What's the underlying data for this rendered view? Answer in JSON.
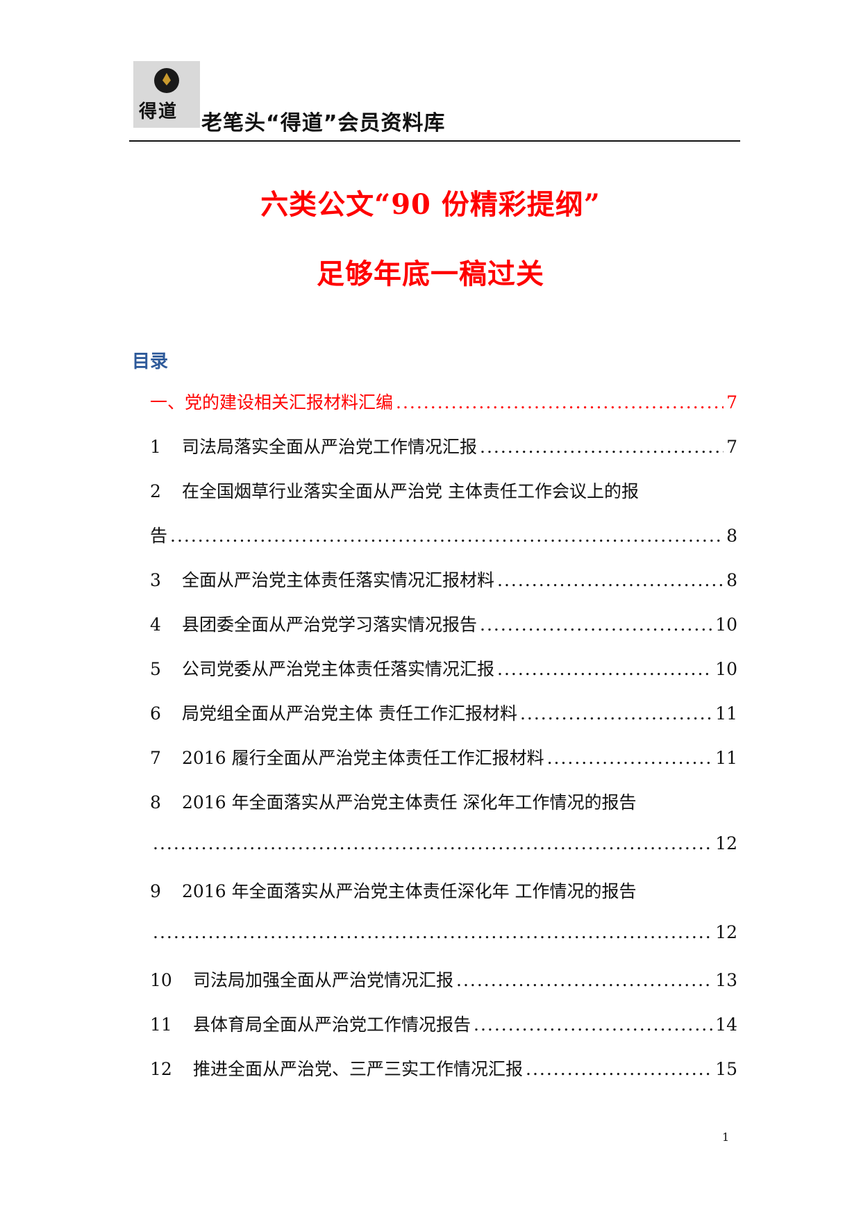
{
  "header": {
    "logo_text": "得道",
    "title": "老笔头“得道”会员资料库"
  },
  "document": {
    "title_line1": "六类公文“90 份精彩提纲”",
    "title_line2": "足够年底一稿过关"
  },
  "toc": {
    "heading": "目录",
    "section": {
      "label": "一、党的建设相关汇报材料汇编",
      "page": "7"
    },
    "items": [
      {
        "num": "1",
        "label": "司法局落实全面从严治党工作情况汇报",
        "page": "7"
      },
      {
        "num": "2",
        "label": "在全国烟草行业落实全面从严治党 主体责任工作会议上的报",
        "label_cont": "告",
        "page": "8"
      },
      {
        "num": "3",
        "label": "全面从严治党主体责任落实情况汇报材料",
        "page": "8"
      },
      {
        "num": "4",
        "label": "县团委全面从严治党学习落实情况报告",
        "page": "10"
      },
      {
        "num": "5",
        "label": "公司党委从严治党主体责任落实情况汇报",
        "page": "10"
      },
      {
        "num": "6",
        "label": "局党组全面从严治党主体 责任工作汇报材料",
        "page": "11"
      },
      {
        "num": "7",
        "label": "2016 履行全面从严治党主体责任工作汇报材料",
        "page": "11"
      },
      {
        "num": "8",
        "label": "2016 年全面落实从严治党主体责任 深化年工作情况的报告",
        "label_cont": "",
        "page": "12"
      },
      {
        "num": "9",
        "label": "2016 年全面落实从严治党主体责任深化年 工作情况的报告",
        "label_cont": "",
        "page": "12"
      },
      {
        "num": "10",
        "label": "司法局加强全面从严治党情况汇报",
        "page": "13"
      },
      {
        "num": "11",
        "label": "县体育局全面从严治党工作情况报告",
        "page": "14"
      },
      {
        "num": "12",
        "label": "推进全面从严治党、三严三实工作情况汇报",
        "page": "15"
      }
    ]
  },
  "footer": {
    "page_number": "1"
  }
}
